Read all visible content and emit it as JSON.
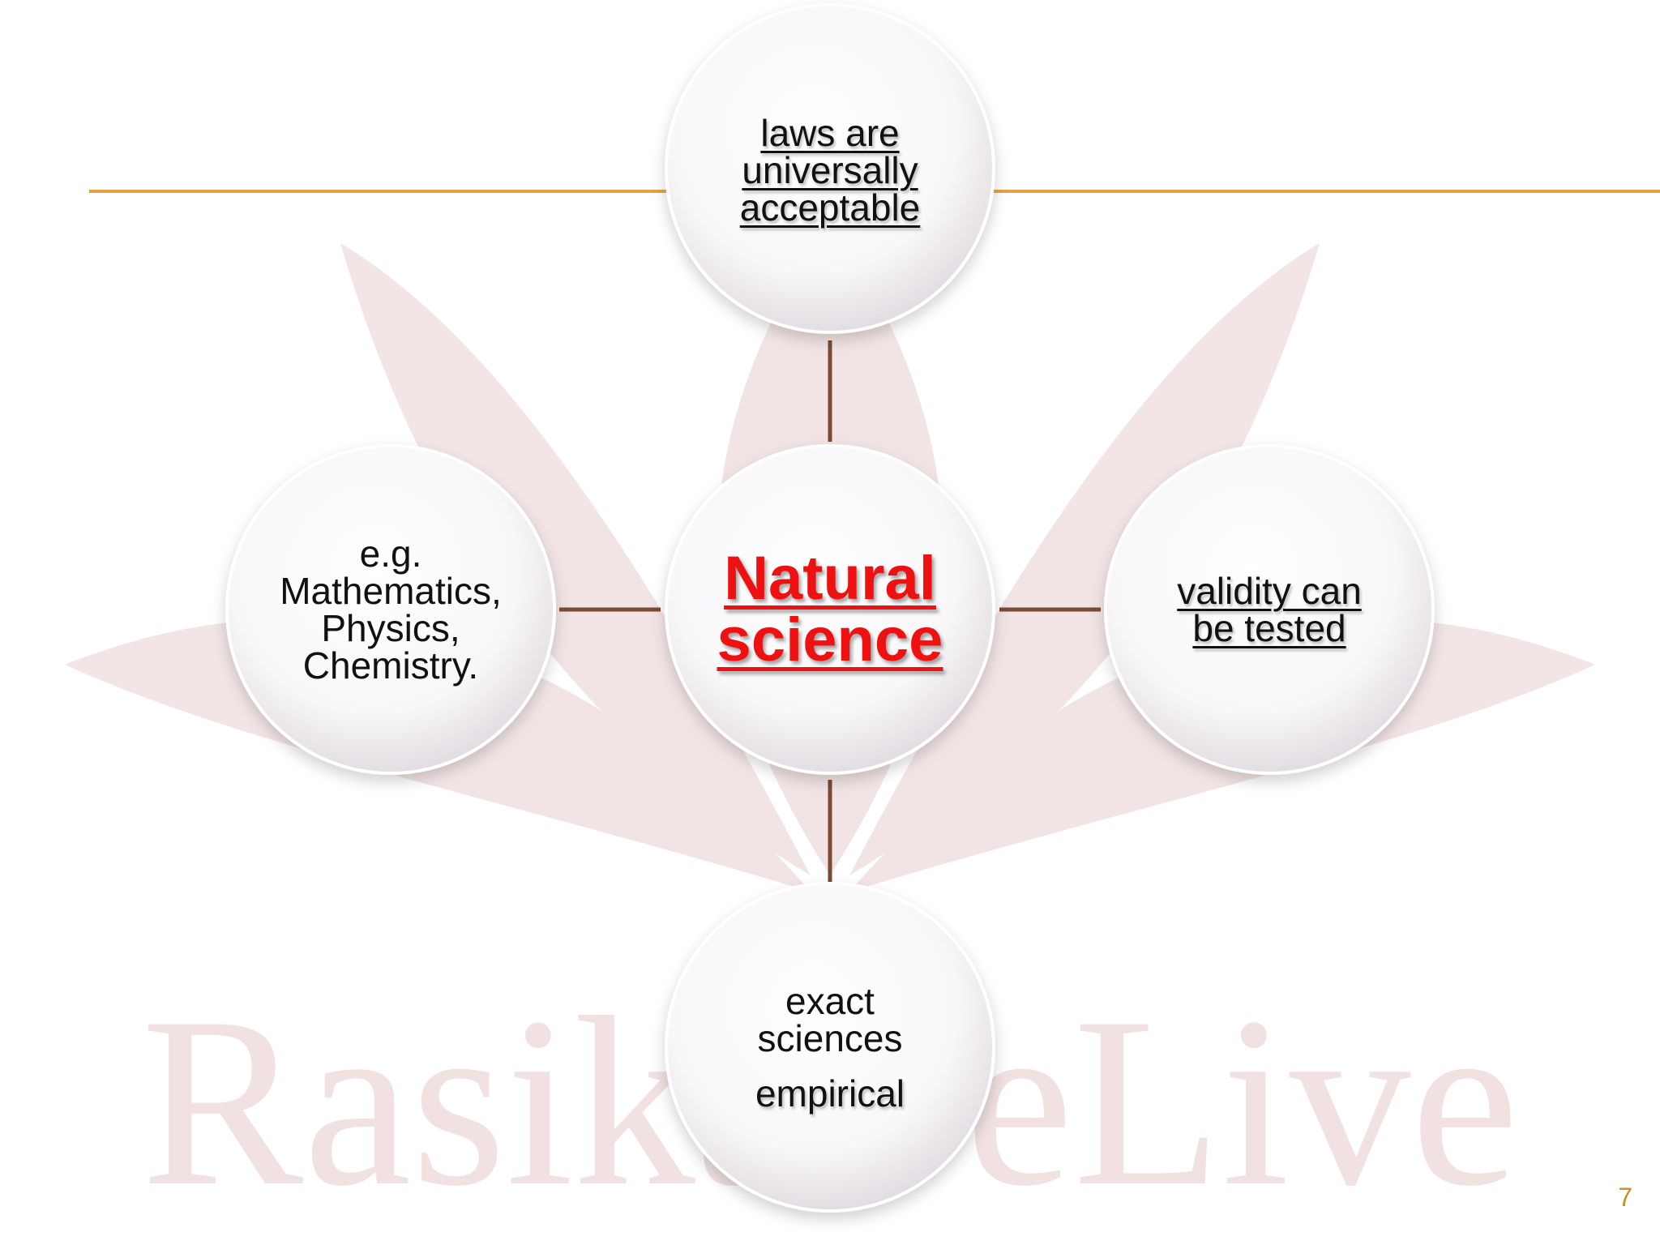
{
  "watermark": {
    "text": "RasikaBeLive"
  },
  "diagram": {
    "center": {
      "lines": [
        "Natural",
        "science"
      ]
    },
    "top": {
      "lines": [
        "laws are",
        "universally",
        "acceptable"
      ]
    },
    "left": {
      "lines": [
        "e.g.",
        "Mathematics,",
        "Physics,",
        "Chemistry."
      ]
    },
    "right": {
      "lines": [
        "validity can",
        "be tested"
      ]
    },
    "bottom": {
      "lines": [
        "exact",
        "sciences"
      ],
      "extra": "empirical"
    }
  },
  "page_number": "7",
  "colors": {
    "accent_line": "#e8a04a",
    "connector": "#7a4a32",
    "center_text": "#ee1111",
    "watermark": "#c98a8a",
    "page_number": "#c8911e"
  }
}
